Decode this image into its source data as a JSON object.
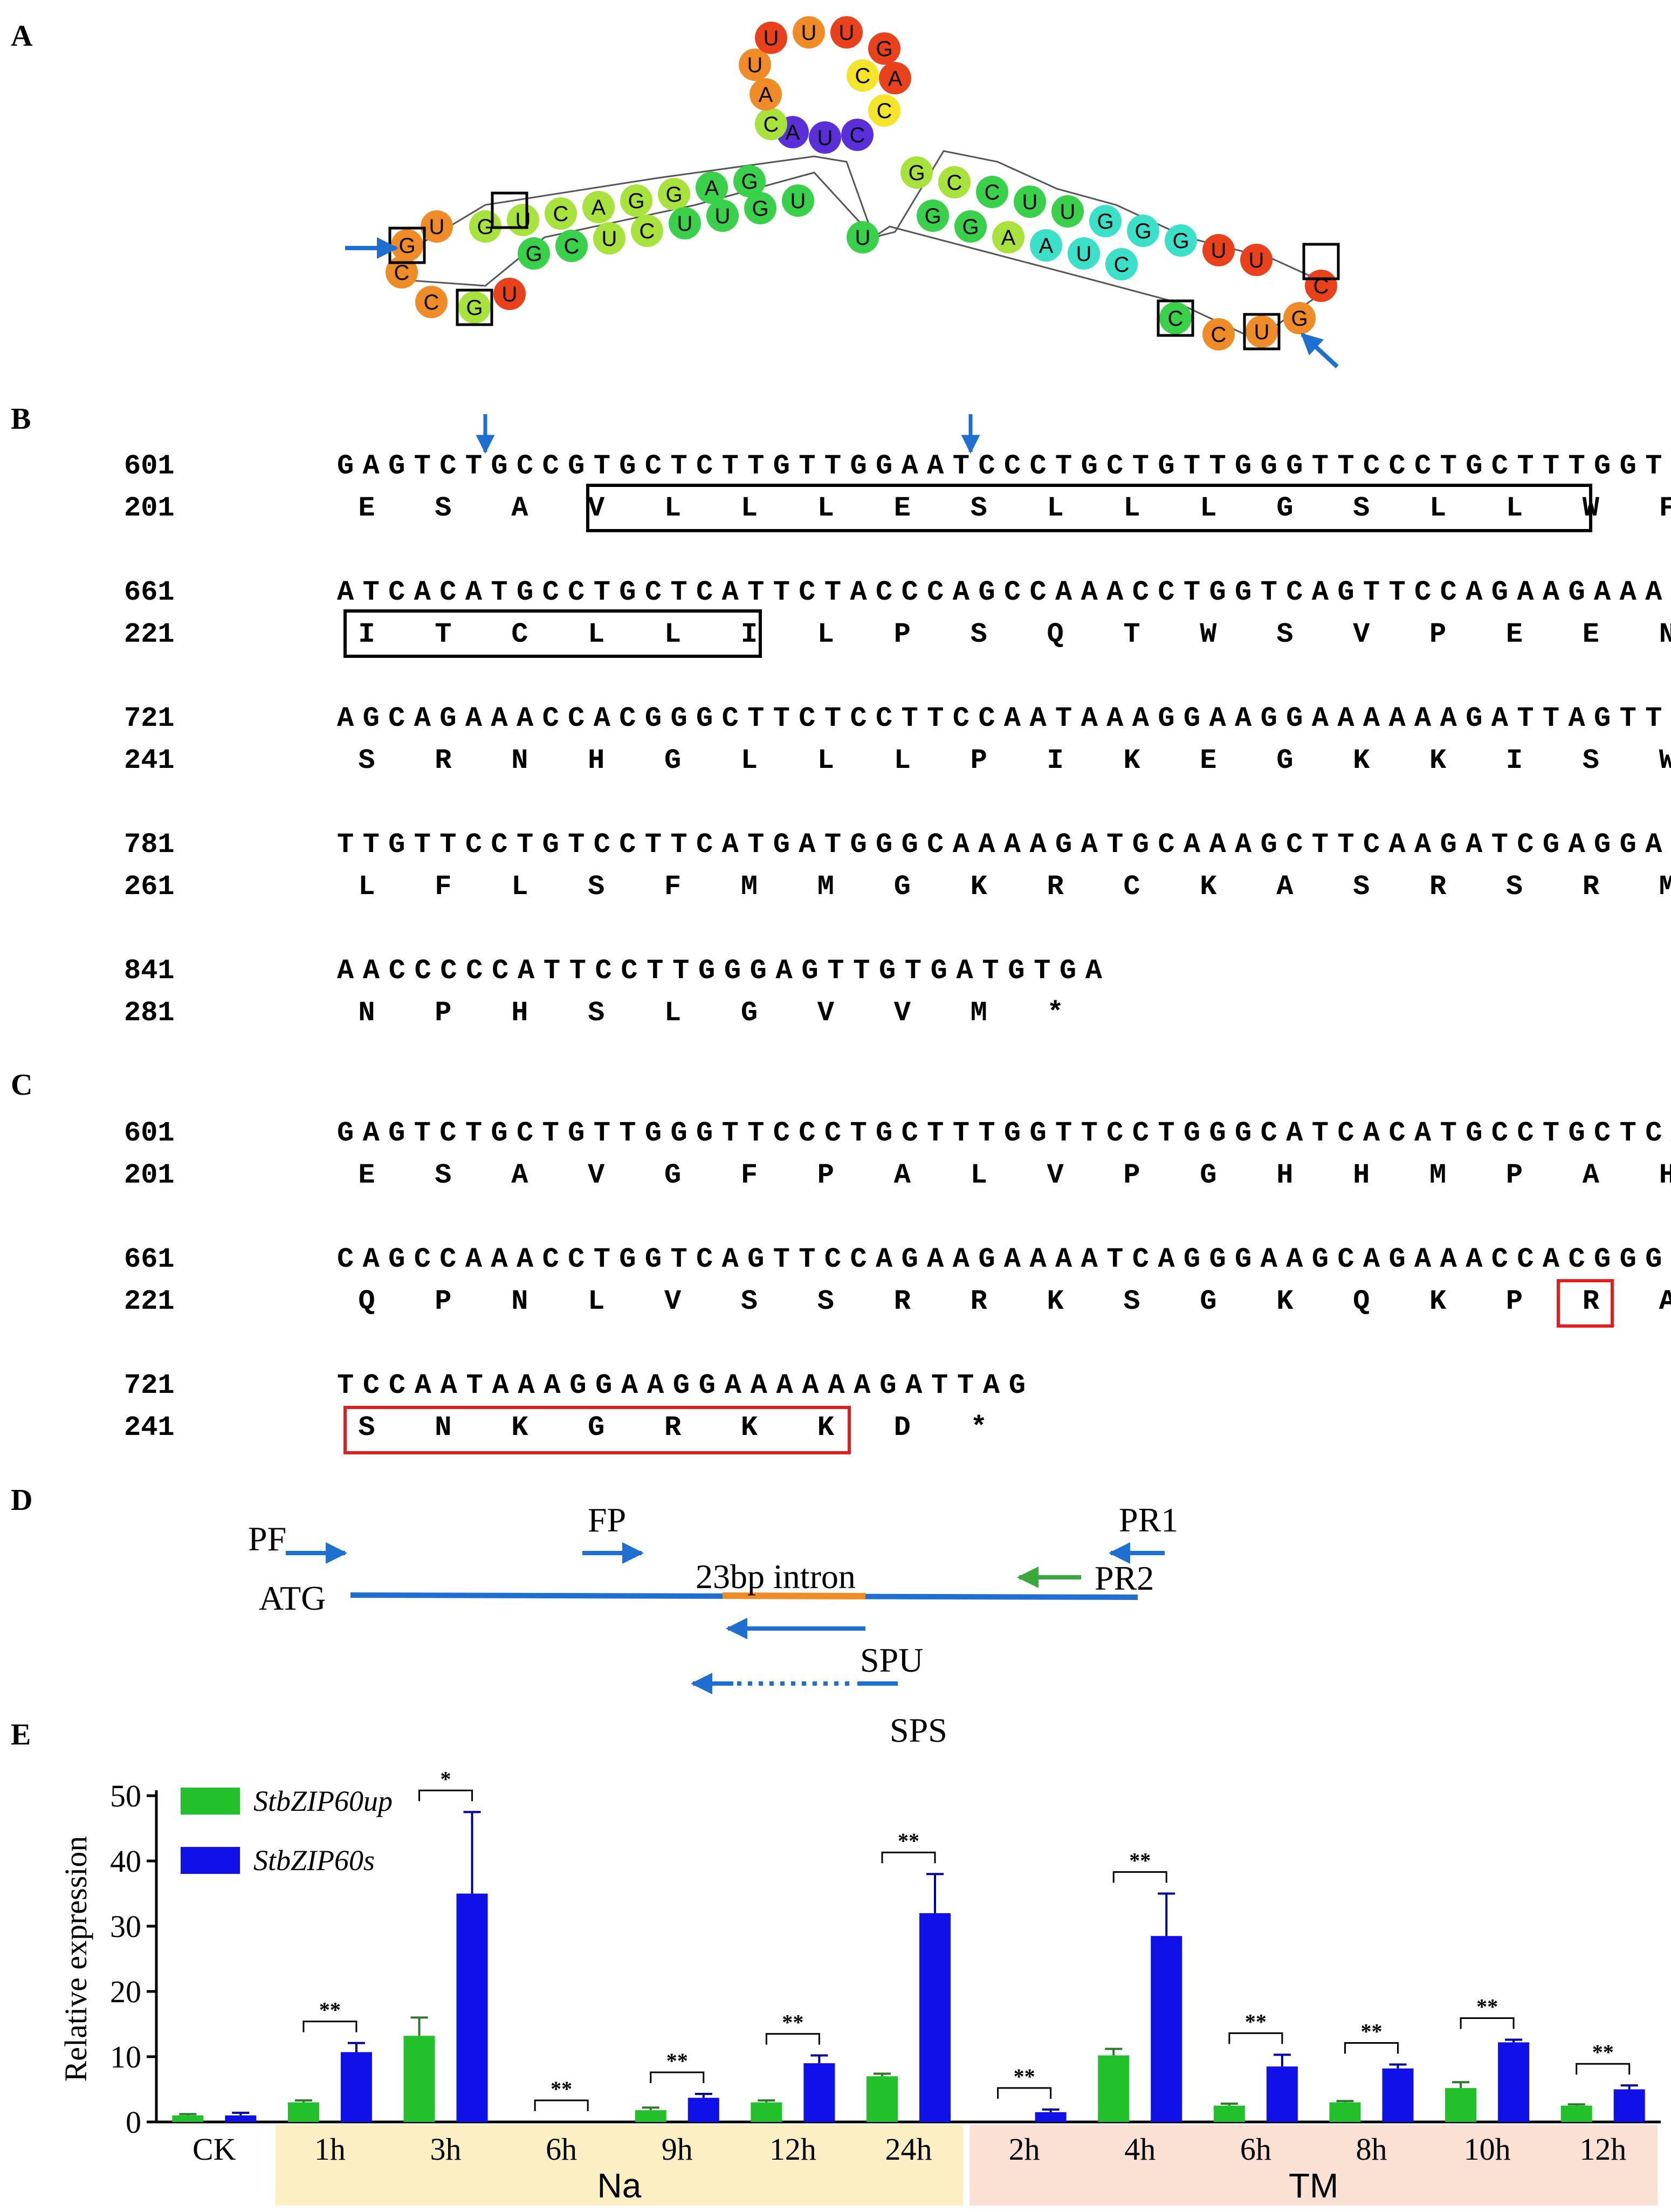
{
  "panels": {
    "a": "A",
    "b": "B",
    "c": "C",
    "d": "D",
    "e": "E"
  },
  "rna": {
    "stem_left_top": [
      "G",
      "U",
      "C",
      "A",
      "G",
      "G",
      "A",
      "G"
    ],
    "stem_left_bottom": [
      "G",
      "C",
      "U",
      "C",
      "U",
      "U",
      "G",
      "U"
    ],
    "loop_left": [
      "U",
      "G",
      "C",
      "C",
      "G",
      "U"
    ],
    "hinge": [
      "A",
      "U",
      "C",
      "C",
      "A",
      "G",
      "C",
      "C",
      "A",
      "U",
      "U",
      "U",
      "U"
    ],
    "stem_right_top": [
      "G",
      "C",
      "C",
      "U",
      "U",
      "G",
      "G",
      "G",
      "U",
      "U"
    ],
    "stem_right_bottom": [
      "G",
      "G",
      "A",
      "A",
      "U",
      "C",
      "C",
      "C",
      "U",
      "G",
      "C"
    ],
    "center": "U",
    "colors": {
      "red": "#e8411c",
      "orange": "#f08c28",
      "yellow": "#f5e52a",
      "lime": "#a8e23c",
      "green": "#39d04a",
      "teal": "#3ae0c8",
      "violet": "#5a2ed8"
    }
  },
  "panel_b": {
    "rows": [
      {
        "n1": "601",
        "nt": "GAGTCTGCCGTGCTCTTGTTGGAATCCCTGCTGTTGGGTTCCCTGCTTTGGTTCCTGGGC",
        "n2": "201",
        "aa": "E  S  A  V  L  L  L  E  S  L  L  L  G  S  L  L  W  F  L  G"
      },
      {
        "n1": "661",
        "nt": "ATCACATGCCTGCTCATTCTACCCAGCCAAACCTGGTCAGTTCCAGAAGAAAATCAGGGA",
        "n2": "221",
        "aa": "I  T  C  L  L  I  L  P  S  Q  T  W  S  V  P  E  E  N  Q  G"
      },
      {
        "n1": "721",
        "nt": "AGCAGAAACCACGGGCTTCTCCTTCCAATAAAGGAAGGAAAAAAGATTAGTTGGATTTTG",
        "n2": "241",
        "aa": "S  R  N  H  G  L  L  L  P  I  K  E  G  K  K  I  S  W  I  L"
      },
      {
        "n1": "781",
        "nt": "TTGTTCCTGTCCTTCATGATGGGCAAAAGATGCAAAGCTTCAAGATCGAGGATGAAGTTC",
        "n2": "261",
        "aa": "L  F  L  S  F  M  M  G  K  R  C  K  A  S  R  S  R  M  K  F"
      },
      {
        "n1": "841",
        "nt": "AACCCCCATTCCTTGGGAGTTGTGATGTGA",
        "n2": "281",
        "aa": "N  P  H  S  L  G  V  V  M  *"
      }
    ]
  },
  "panel_c": {
    "rows": [
      {
        "n1": "601",
        "nt": "GAGTCTGCTGTTGGGTTCCCTGCTTTGGTTCCTGGGCATCACATGCCTGCTCATTCTACC",
        "n2": "201",
        "aa": "E  S  A  V  G  F  P  A  L  V  P  G  H  H  M  P  A  H  S  T"
      },
      {
        "n1": "661",
        "nt": "CAGCCAAACCTGGTCAGTTCCAGAAGAAAATCAGGGAAGCAGAAACCACGGGCTTCTCCT",
        "n2": "221",
        "aa": "Q  P  N  L  V  S  S  R  R  K  S  G  K  Q  K  P  R  A  S  P"
      },
      {
        "n1": "721",
        "nt": "TCCAATAAAGGAAGGAAAAAAGATTAG",
        "n2": "241",
        "aa": "S  N  K  G  R  K  K  D  *"
      }
    ]
  },
  "panel_d": {
    "pf": "PF",
    "fp": "FP",
    "pr1": "PR1",
    "pr2": "PR2",
    "atg": "ATG",
    "intron": "23bp intron",
    "spu": "SPU",
    "sps": "SPS"
  },
  "chart_data": {
    "type": "bar",
    "ylabel": "Relative expression",
    "ylim": [
      0,
      50
    ],
    "yticks": [
      0,
      10,
      20,
      30,
      40,
      50
    ],
    "categories": [
      "CK",
      "1h",
      "3h",
      "6h",
      "9h",
      "12h",
      "24h",
      "2h",
      "4h",
      "6h",
      "8h",
      "10h",
      "12h"
    ],
    "groups": [
      {
        "label": "Na",
        "from": 1,
        "to": 6,
        "color": "#fcefc4"
      },
      {
        "label": "TM",
        "from": 7,
        "to": 12,
        "color": "#fbe0d4"
      }
    ],
    "series": [
      {
        "name": "StbZIP60up",
        "color": "#22c02a",
        "values": [
          1.0,
          3.0,
          13.2,
          0,
          1.8,
          3.0,
          7.0,
          0,
          10.2,
          2.5,
          3.0,
          5.2,
          2.5
        ],
        "errors": [
          0.2,
          0.3,
          2.8,
          0,
          0.4,
          0.3,
          0.4,
          0,
          1.0,
          0.3,
          0.2,
          0.9,
          0.2
        ]
      },
      {
        "name": "StbZIP60s",
        "color": "#1010e8",
        "values": [
          1.0,
          10.7,
          35.0,
          0,
          3.7,
          9.0,
          32.0,
          1.5,
          28.5,
          8.5,
          8.2,
          12.2,
          5.0
        ],
        "errors": [
          0.4,
          1.4,
          12.5,
          0,
          0.6,
          1.2,
          6.0,
          0.4,
          6.5,
          1.8,
          0.6,
          0.4,
          0.6
        ]
      }
    ],
    "significance": [
      "",
      "**",
      "*",
      "**",
      "**",
      "**",
      "**",
      "**",
      "**",
      "**",
      "**",
      "**",
      "**"
    ]
  }
}
